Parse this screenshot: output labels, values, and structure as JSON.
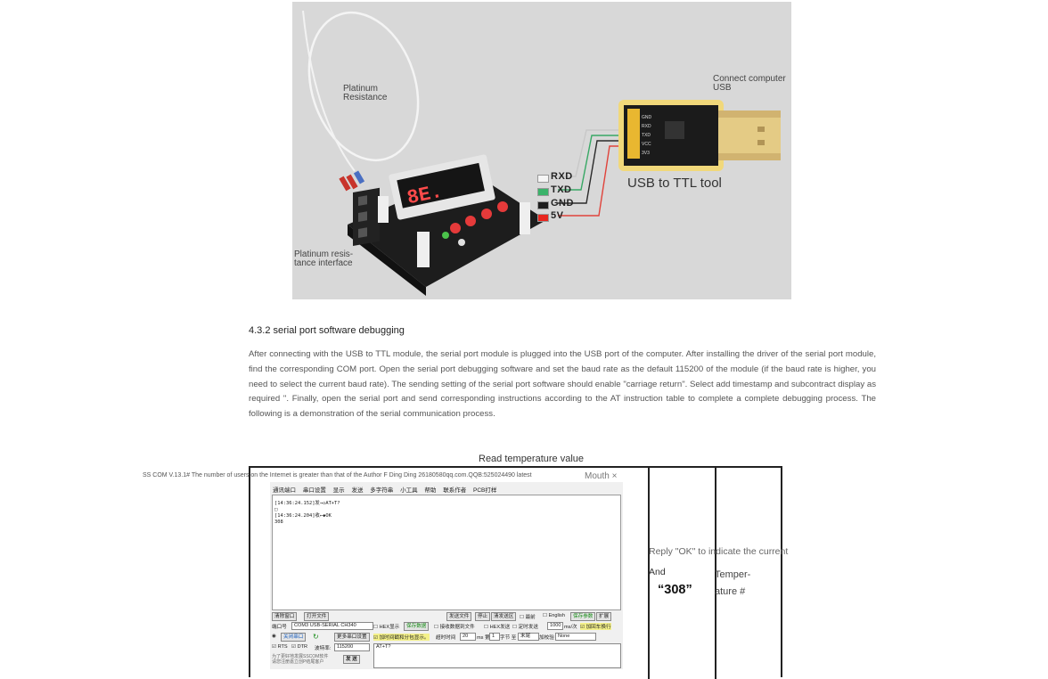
{
  "figure": {
    "labels": {
      "platinum_resistance": "Platinum\nResistance",
      "platinum_interface": "Platinum resis-\ntance interface",
      "connect_usb": "Connect computer\nUSB",
      "usb_tool": "USB to TTL tool"
    },
    "wires": [
      {
        "label": "RXD",
        "color": "#f5f5f5"
      },
      {
        "label": "TXD",
        "color": "#3bb36a"
      },
      {
        "label": "GND",
        "color": "#1e1e1e"
      },
      {
        "label": "5V",
        "color": "#e8261f"
      }
    ],
    "display_text": "8E.",
    "board_labels": [
      "GND",
      "RXD",
      "TXD",
      "VCC",
      "3V3"
    ]
  },
  "section": {
    "heading": "4.3.2 serial port software debugging",
    "body": "After connecting with the USB to TTL module, the serial port module is plugged into the USB port of the computer. After installing the driver of the serial port module, find the corresponding COM port. Open the serial port debugging software and set the baud rate as the default 115200 of the module (if the baud rate is higher, you need to select the current baud rate). The sending setting of the serial port software should enable \"carriage return\". Select add timestamp and subcontract display as required \". Finally, open the serial port and send corresponding instructions according to the AT instruction table to complete a complete debugging process. The following is a demonstration of the serial communication process."
  },
  "demo": {
    "caption": "Read temperature value",
    "title_strip": "SS COM V.13.1# The number of users on the Internet is greater than that of the Author F Ding Ding 26180580qq.com.QQB:525024490 latest",
    "mouth": "Mouth ×",
    "menu": [
      "通讯端口",
      "串口设置",
      "显示",
      "发送",
      "多字符串",
      "小工具",
      "帮助",
      "联系作者",
      "PCB打样"
    ],
    "log_lines": [
      "[14:36:24.152]发→◇AT+T?",
      "□",
      "[14:36:24.204]收←◆OK",
      "308"
    ],
    "buttons": {
      "clear_window": "清除窗口",
      "open_file": "打开文件",
      "send_file": "发送文件",
      "stop": "停止",
      "clear_send": "清发送区",
      "save_params": "保存参数",
      "expand": "扩展",
      "close_port": "关闭串口",
      "more_settings": "更多串口设置",
      "save_data": "保存数据",
      "send": "发 送"
    },
    "checkboxes": {
      "top": "最前",
      "english": "English",
      "hex_display": "HEX显示",
      "recv_to_file": "接收数据到文件",
      "hex_send": "HEX发送",
      "timed_send": "定时发送",
      "add_crlf": "加回车换行",
      "timestamp": "加时间戳和分包显示。",
      "rts": "RTS",
      "dtr": "DTR"
    },
    "fields": {
      "port_label": "端口号",
      "port": "COM3 USB-SERIAL CH340",
      "baud_label": "波特率:",
      "baud": "115200",
      "timeout_label": "超时时间",
      "timeout": "20",
      "timeout_unit": "ms 第",
      "byte_index": "1",
      "byte_label": "字节 至",
      "byte_end": "末尾",
      "checksum_label": "加校验",
      "checksum": "None",
      "period": "1000",
      "period_unit": "ms/次",
      "send_text": "AT+T?",
      "promo": "为了更好地发展SSCOM软件\n请您注册嘉立创P结尾客户"
    },
    "reply": "Reply \"OK\" to indicate the current",
    "and": "And",
    "value": "“308”",
    "temper": "Temper-\nature #"
  }
}
